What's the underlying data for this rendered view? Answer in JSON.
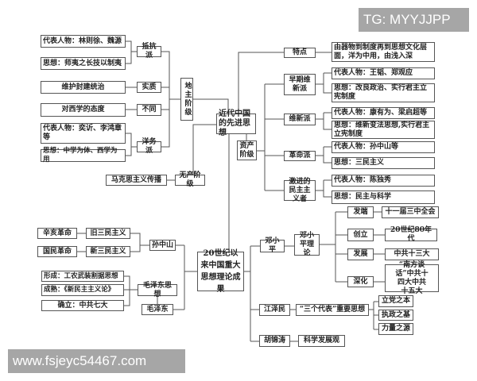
{
  "watermark_top": "TG: MYYJJPP",
  "watermark_bottom": "www.fsjeyc54467.com",
  "root_modern": "近代中国的先进思想",
  "root_20c": "20世纪以来中国重大思想理论成果",
  "landlord": {
    "label": "地主阶级",
    "resist": {
      "label": "抵抗派",
      "figures": "代表人物：林则徐、魏源",
      "idea": "思想：师夷之长技以制夷"
    },
    "essence": {
      "label": "实质",
      "value": "维护封建统治"
    },
    "diff": {
      "label": "不同",
      "value": "对西学的态度"
    },
    "westernization": {
      "label": "洋务派",
      "figures": "代表人物：奕䜣、李鸿章等",
      "idea": "思想：中学为体、西学为用"
    }
  },
  "proletariat": {
    "label": "无产阶级",
    "value": "马克思主义传播"
  },
  "feature": {
    "label": "特点",
    "value": "由器物到制度再到思想文化层面，洋为中用，由浅入深"
  },
  "bourgeois": {
    "label": "资产阶级",
    "groups": [
      {
        "label": "早期维新派",
        "figures": "代表人物：王韬、郑观应",
        "idea": "思想：改良政治、实行君主立宪制度"
      },
      {
        "label": "维新派",
        "figures": "代表人物：康有为、梁启超等",
        "idea": "思想：维新变法思想,实行君主立宪制度"
      },
      {
        "label": "革命派",
        "figures": "代表人物：孙中山等",
        "idea": "思想：三民主义"
      },
      {
        "label": "激进的民主主义者",
        "figures": "代表人物：陈独秀",
        "idea": "思想：民主与科学"
      }
    ]
  },
  "sun": {
    "label": "孙中山",
    "old": "旧三民主义",
    "old_event": "辛亥革命",
    "new": "新三民主义",
    "new_event": "国民革命"
  },
  "mao": {
    "label": "毛泽东",
    "thought": "毛泽东思想",
    "stages": [
      "形成：工农武装割据思想",
      "成熟：《新民主主义论》",
      "确立：中共七大"
    ]
  },
  "deng": {
    "label": "邓小平",
    "theory": "邓小平理论",
    "stages": [
      {
        "label": "发端",
        "value": "十一届三中全会"
      },
      {
        "label": "创立",
        "value": "20世纪80年代"
      },
      {
        "label": "发展",
        "value": "中共十三大"
      },
      {
        "label": "深化",
        "value": "“南方谈话”中共十四大中共十五大"
      }
    ]
  },
  "jiang": {
    "label": "江泽民",
    "theory": "“三个代表”重要思想",
    "points": [
      "立党之本",
      "执政之基",
      "力量之源"
    ]
  },
  "hu": {
    "label": "胡锦涛",
    "theory": "科学发展观"
  }
}
